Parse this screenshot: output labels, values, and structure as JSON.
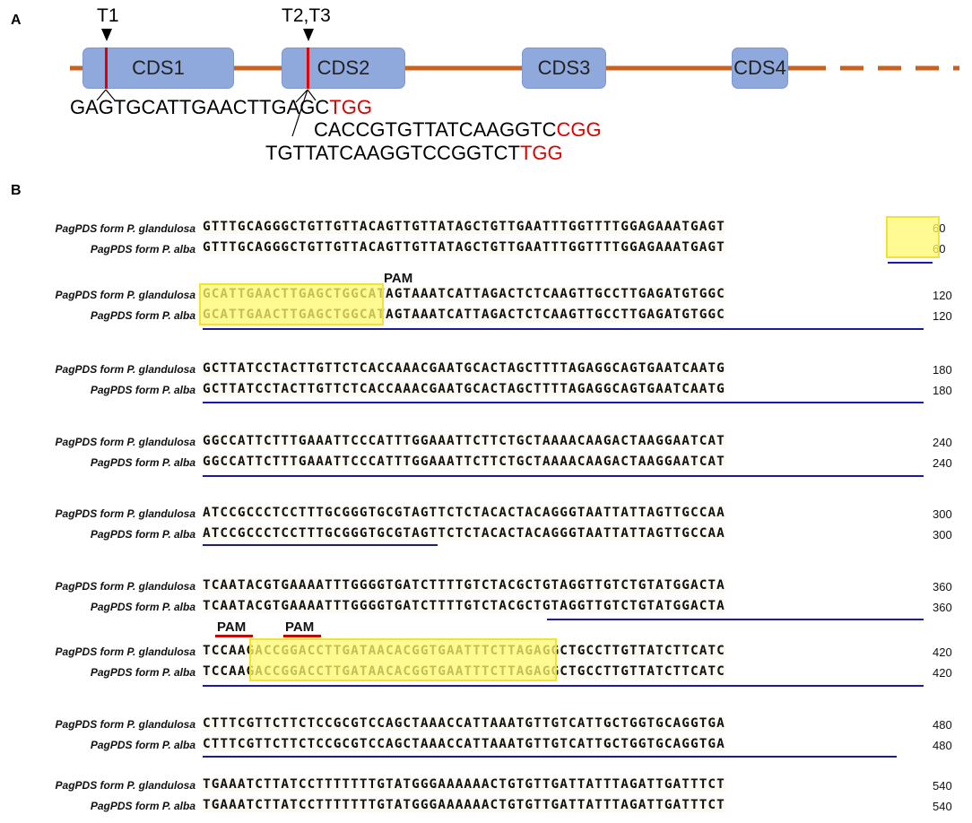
{
  "panel_a": {
    "label": "A",
    "targets": {
      "t1": "T1",
      "t23": "T2,T3"
    },
    "cds": [
      "CDS1",
      "CDS2",
      "CDS3",
      "CDS4"
    ],
    "guides": [
      {
        "seq": "GAGTGCATTGAACTTGAGC",
        "pam": "TGG"
      },
      {
        "seq": "CACCGTGTTATCAAGGTC",
        "pam": "CGG"
      },
      {
        "seq": "TGTTATCAAGGTCCGGTCT",
        "pam": "TGG"
      }
    ],
    "colors": {
      "intron": "#c8621e",
      "cds": "#8fa9dc",
      "cut": "#e00000",
      "pam": "#e00000"
    }
  },
  "panel_b": {
    "label": "B",
    "label_glandulosa": "PagPDS form P. glandulosa",
    "label_alba": "PagPDS form P. alba",
    "pam_text": "PAM",
    "rows": [
      {
        "seq_g": "GTTTGCAGGGCTGTTGTTACAGTTGTTATAGCTGTTGAATTTGGTTTTGGAGAAATGAGT",
        "seq_a": "GTTTGCAGGGCTGTTGTTACAGTTGTTATAGCTGTTGAATTTGGTTTTGGAGAAATGAGT",
        "pos": "60"
      },
      {
        "seq_g": "GCATTGAACTTGAGCTGGCATAGTAAATCATTAGACTCTCAAGTTGCCTTGAGATGTGGC",
        "seq_a": "GCATTGAACTTGAGCTGGCATAGTAAATCATTAGACTCTCAAGTTGCCTTGAGATGTGGC",
        "pos": "120"
      },
      {
        "seq_g": "GCTTATCCTACTTGTTCTCACCAAACGAATGCACTAGCTTTTAGAGGCAGTGAATCAATG",
        "seq_a": "GCTTATCCTACTTGTTCTCACCAAACGAATGCACTAGCTTTTAGAGGCAGTGAATCAATG",
        "pos": "180"
      },
      {
        "seq_g": "GGCCATTCTTTGAAATTCCCATTTGGAAATTCTTCTGCTAAAACAAGACTAAGGAATCAT",
        "seq_a": "GGCCATTCTTTGAAATTCCCATTTGGAAATTCTTCTGCTAAAACAAGACTAAGGAATCAT",
        "pos": "240"
      },
      {
        "seq_g": "ATCCGCCCTCCTTTGCGGGTGCGTAGTTCTCTACACTACAGGGTAATTATTAGTTGCCAA",
        "seq_a": "ATCCGCCCTCCTTTGCGGGTGCGTAGTTCTCTACACTACAGGGTAATTATTAGTTGCCAA",
        "pos": "300"
      },
      {
        "seq_g": "TCAATACGTGAAAATTTGGGGTGATCTTTTGTCTACGCTGTAGGTTGTCTGTATGGACTA",
        "seq_a": "TCAATACGTGAAAATTTGGGGTGATCTTTTGTCTACGCTGTAGGTTGTCTGTATGGACTA",
        "pos": "360"
      },
      {
        "seq_g": "TCCAAGACCGGACCTTGATAACACGGTGAATTTCTTAGAGGCTGCCTTGTTATCTTCATC",
        "seq_a": "TCCAAGACCGGACCTTGATAACACGGTGAATTTCTTAGAGGCTGCCTTGTTATCTTCATC",
        "pos": "420"
      },
      {
        "seq_g": "CTTTCGTTCTTCTCCGCGTCCAGCTAAACCATTAAATGTTGTCATTGCTGGTGCAGGTGA",
        "seq_a": "CTTTCGTTCTTCTCCGCGTCCAGCTAAACCATTAAATGTTGTCATTGCTGGTGCAGGTGA",
        "pos": "480"
      },
      {
        "seq_g": "TGAAATCTTATCCTTTTTTTGTATGGGAAAAAACTGTGTTGATTATTTAGATTGATTTCT",
        "seq_a": "TGAAATCTTATCCTTTTTTTGTATGGGAAAAAACTGTGTTGATTATTTAGATTGATTTCT",
        "pos": "540"
      }
    ],
    "colors": {
      "highlight": "#fffa6e",
      "underline": "#1a1a9a",
      "pam_bar": "#c00000"
    }
  }
}
